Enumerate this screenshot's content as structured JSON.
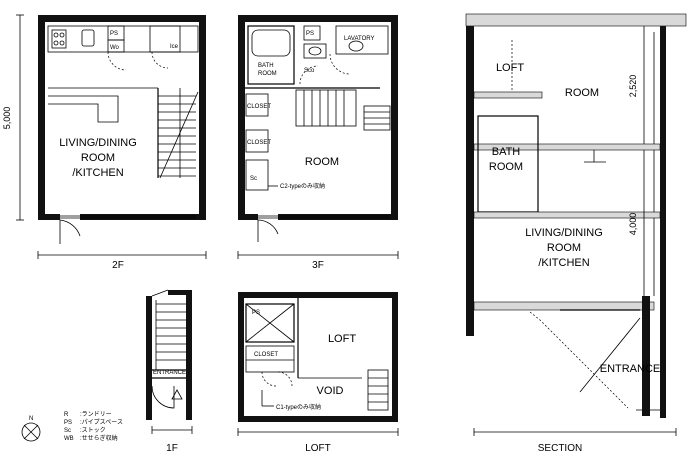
{
  "plan_2f": {
    "room": [
      "LIVING/DINING",
      "ROOM",
      "/KITCHEN"
    ],
    "caption": "2F",
    "dimension": "5,000",
    "tags": {
      "ps": "PS",
      "wm": "Wo",
      "ice": "Ice"
    }
  },
  "plan_3f": {
    "room": "ROOM",
    "bath": [
      "BATH",
      "ROOM"
    ],
    "lavatory": "LAVATORY",
    "closet1": "CLOSET",
    "closet2": "CLOSET",
    "storage_note": "C2-typeのみ収納",
    "caption": "3F",
    "tags": {
      "ps": "PS",
      "sc": "Sco"
    }
  },
  "plan_1f": {
    "entrance": "ENTRANCE",
    "caption": "1F"
  },
  "plan_loft": {
    "loft": "LOFT",
    "void": "VOID",
    "closet": "CLOSET",
    "note": "C1-typeのみ収納",
    "caption": "LOFT",
    "ps": "PS"
  },
  "section": {
    "loft": "LOFT",
    "room": "ROOM",
    "bath": [
      "BATH",
      "ROOM"
    ],
    "living": [
      "LIVING/DINING",
      "ROOM",
      "/KITCHEN"
    ],
    "entrance": "ENTRANCE",
    "dim_upper": "2,520",
    "dim_lower": "4,000",
    "caption": "SECTION"
  },
  "legend": {
    "north": "N",
    "items": [
      {
        "code": "R",
        "text": ":ランドリー"
      },
      {
        "code": "PS",
        "text": ":パイプスペース"
      },
      {
        "code": "Sc",
        "text": ":ストック"
      },
      {
        "code": "WB",
        "text": ":せせらぎ収納"
      }
    ]
  }
}
